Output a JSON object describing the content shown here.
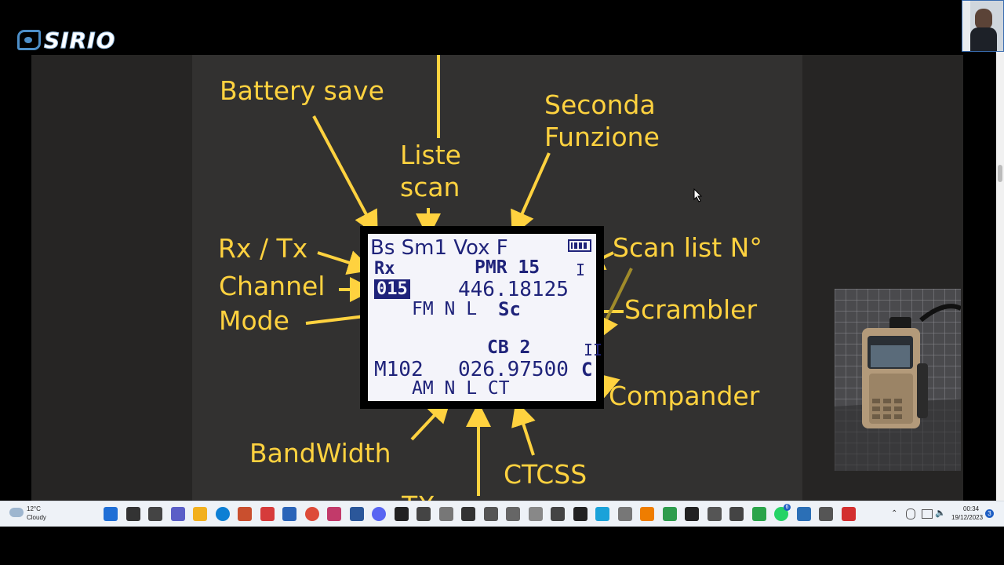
{
  "brand": {
    "logo_text": "SIRIO"
  },
  "slide": {
    "labels": {
      "battery_save": "Battery save",
      "liste_scan": "Liste\nscan",
      "seconda_funzione": "Seconda\nFunzione",
      "rx_tx": "Rx / Tx",
      "channel": "Channel",
      "mode": "Mode",
      "scan_list_n": "Scan list N°",
      "scrambler": "Scrambler",
      "compander": "Compander",
      "bandwidth": "BandWidth",
      "ctcss": "CTCSS",
      "tx_partial": "TX"
    },
    "display": {
      "status_line": "Bs Sm1 Vox F",
      "rx_indicator": "Rx",
      "upper_name": "PMR 15",
      "upper_scanlist": "I",
      "upper_channel": "015",
      "upper_freq": "446.18125",
      "upper_mode": "FM N L",
      "upper_scrambler": "Sc",
      "lower_name": "CB 2",
      "lower_scanlist": "II",
      "lower_channel": "M102",
      "lower_freq": "026.97500",
      "lower_compander": "C",
      "lower_mode": "AM N L CT"
    }
  },
  "taskbar": {
    "weather_temp": "12°C",
    "weather_desc": "Cloudy",
    "time": "00:34",
    "date": "19/12/2023",
    "notification_count": "3",
    "whatsapp_badge": "6",
    "app_icons": [
      "windows-start-icon",
      "search-icon",
      "task-view-icon",
      "chat-icon",
      "file-explorer-icon",
      "edge-icon",
      "photos-icon",
      "flag-icon",
      "store-icon",
      "chrome-icon",
      "photo-app-icon",
      "word-icon",
      "discord-icon",
      "app-icon-a",
      "app-icon-b",
      "app-icon-c",
      "app-icon-d",
      "app-icon-e",
      "app-icon-f",
      "app-icon-g",
      "app-icon-h",
      "app-icon-i",
      "app-icon-j",
      "app-icon-k",
      "vlc-icon",
      "app-icon-l",
      "capcut-icon",
      "app-icon-m",
      "app-icon-n",
      "app-icon-o",
      "whatsapp-icon",
      "app-icon-p",
      "app-icon-q",
      "app-icon-r"
    ]
  },
  "colors": {
    "label_yellow": "#ffd23f",
    "lcd_text": "#1f237a",
    "lcd_bg": "#f4f4fa"
  }
}
